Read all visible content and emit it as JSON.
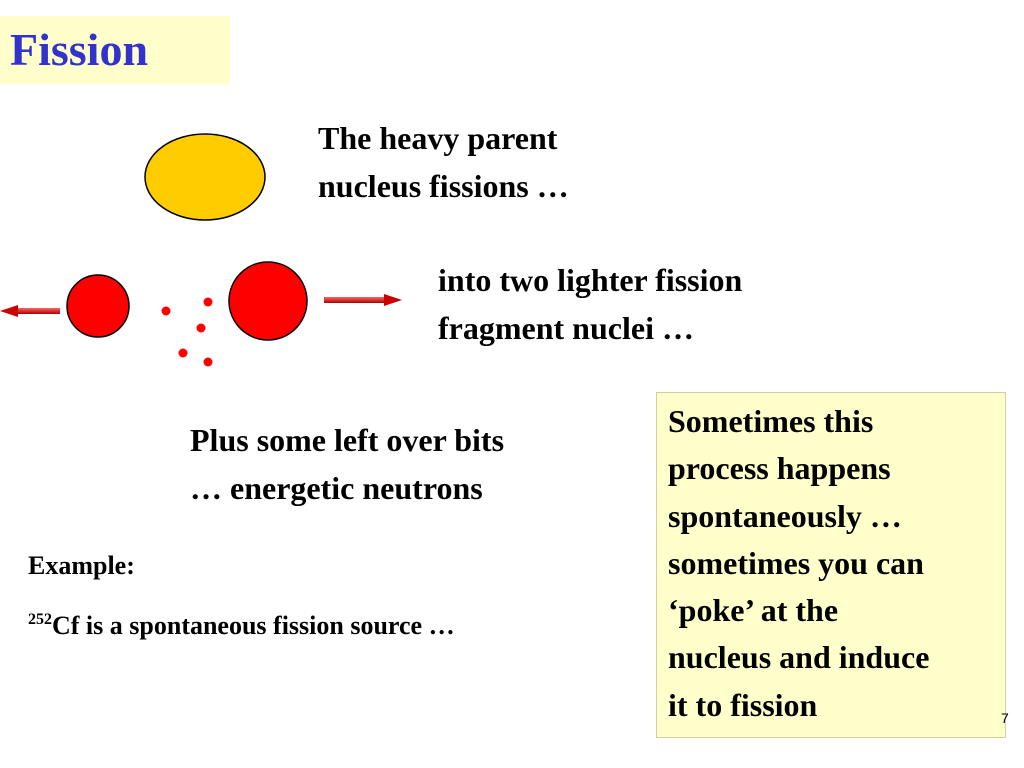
{
  "slide": {
    "title": "Fission",
    "text_parent": [
      "The heavy parent",
      "nucleus fissions …"
    ],
    "text_fragments": [
      "into two lighter fission",
      "fragment nuclei …"
    ],
    "text_neutrons": [
      "Plus some left over bits",
      "… energetic neutrons"
    ],
    "example_label": "Example:",
    "example_sup": "252",
    "example_text": "Cf is a spontaneous fission source …",
    "note_lines": [
      "Sometimes this",
      "process happens",
      "spontaneously …",
      "sometimes you can",
      "‘poke’ at the",
      "nucleus and induce",
      "it to fission"
    ],
    "page_number": "7"
  },
  "colors": {
    "title": "#3333cc",
    "highlight": "#ffffcc",
    "parent_nucleus": "#ffcc00",
    "fragments": "#ff0000",
    "arrow": "#cc0000"
  }
}
